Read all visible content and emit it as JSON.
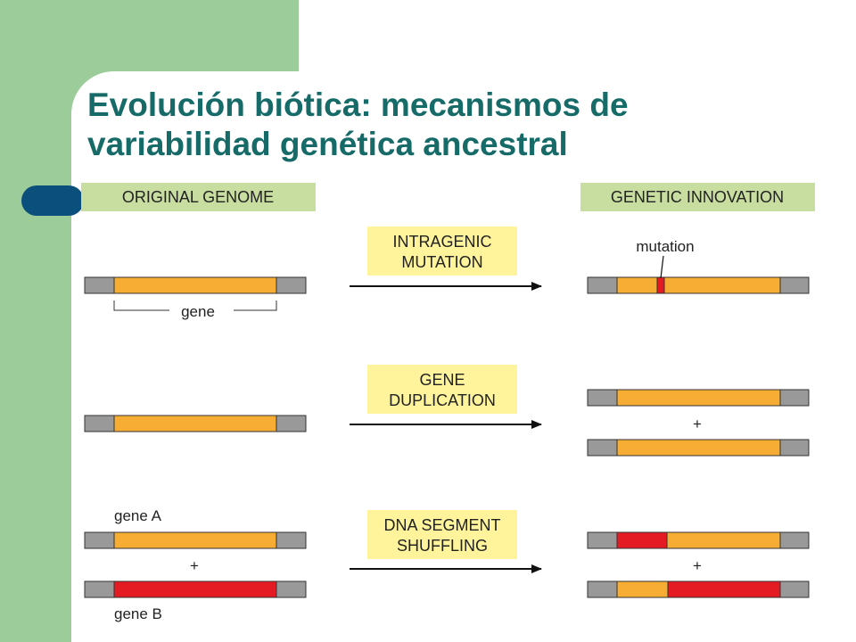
{
  "title": {
    "line1": "Evolución biótica: mecanismos de",
    "line2": "variabilidad genética ancestral"
  },
  "headers": {
    "original": "ORIGINAL GENOME",
    "innovation": "GENETIC INNOVATION"
  },
  "mechanisms": [
    {
      "line1": "INTRAGENIC",
      "line2": "MUTATION"
    },
    {
      "line1": "GENE",
      "line2": "DUPLICATION"
    },
    {
      "line1": "DNA SEGMENT",
      "line2": "SHUFFLING"
    }
  ],
  "labels": {
    "gene": "gene",
    "mutation": "mutation",
    "gene_a": "gene A",
    "gene_b": "gene B",
    "plus": "+"
  },
  "colors": {
    "green_panel": "#9ccc99",
    "blue_tab": "#0b4f7c",
    "title": "#166b68",
    "header_box": "#c8dea0",
    "mechanism_box": "#fff49c",
    "gene_orange": "#f7ad33",
    "gene_red": "#e51b24",
    "flank_gray": "#999999"
  }
}
